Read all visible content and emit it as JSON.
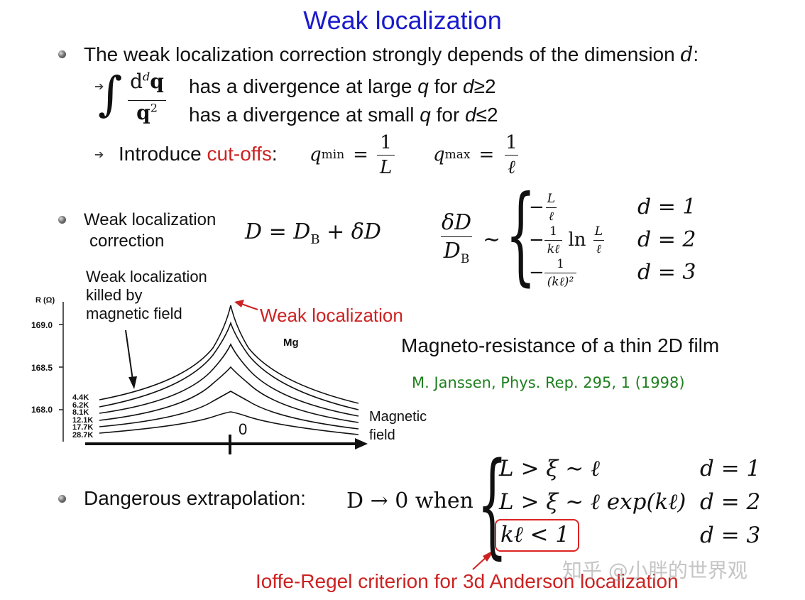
{
  "title": "Weak localization",
  "bullet1": {
    "text_a": "The weak localization correction strongly depends of the dimension ",
    "text_d": "d",
    "text_colon": ":",
    "integral_num": "d",
    "integral_num_sup": "d",
    "integral_num_q": "q",
    "integral_den": "q",
    "integral_den_sup": "2",
    "line1_a": "has a divergence at large ",
    "line1_q": "q",
    "line1_b": " for ",
    "line1_d": "d",
    "line1_c": "≥2",
    "line2_a": "has a divergence at small ",
    "line2_q": "q",
    "line2_b": " for ",
    "line2_d": "d",
    "line2_c": "≤2",
    "cutoff_a": "Introduce ",
    "cutoff_red": "cut-offs",
    "cutoff_b": ":",
    "qmin_lhs": "q",
    "qmin_sub": "min",
    "qmin_eq": "=",
    "qmin_num": "1",
    "qmin_den": "L",
    "qmax_lhs": "q",
    "qmax_sub": "max",
    "qmax_eq": "=",
    "qmax_num": "1",
    "qmax_den": "ℓ"
  },
  "bullet2": {
    "label_line1": "Weak localization",
    "label_line2": "correction",
    "eq": "D = D",
    "eq_sub": "B",
    "eq_tail": " + δD",
    "lhs_num": "δD",
    "lhs_den": "D",
    "lhs_den_sub": "B",
    "sim": "∼",
    "cases": [
      {
        "expr": "−",
        "frac_num": "L",
        "frac_den": "ℓ",
        "tail": "",
        "cond": "d = 1"
      },
      {
        "expr": "−",
        "frac_num": "1",
        "frac_den": "kℓ",
        "tail": " ln ",
        "tail_frac_num": "L",
        "tail_frac_den": "ℓ",
        "cond": "d = 2"
      },
      {
        "expr": "−",
        "frac_num": "1",
        "frac_den": "(kℓ)²",
        "tail": "",
        "cond": "d = 3"
      }
    ]
  },
  "figure": {
    "annotation_killed": [
      "Weak localization",
      "killed by",
      "magnetic field"
    ],
    "annotation_peak": "Weak localization",
    "sample": "Mg",
    "y_axis_label": "R (Ω)",
    "y_ticks": [
      "169.0",
      "168.5",
      "168.0"
    ],
    "temperatures": [
      "4.4K",
      "6.2K",
      "8.1K",
      "12.1K",
      "17.7K",
      "28.7K"
    ],
    "zero_label": "0",
    "x_axis_label": [
      "Magnetic",
      "field"
    ],
    "caption": "Magneto-resistance of a thin 2D film",
    "reference": "M. Janssen, Phys. Rep. 295, 1 (1998)"
  },
  "bullet3": {
    "text": "Dangerous extrapolation:",
    "lhs": "D → 0 when",
    "cases": [
      {
        "expr": "L > ξ ∼ ℓ",
        "cond": "d = 1"
      },
      {
        "expr": "L > ξ ∼ ℓ exp(kℓ)",
        "cond": "d = 2"
      },
      {
        "expr": "kℓ < 1",
        "cond": "d = 3"
      }
    ],
    "criterion": "Ioffe-Regel criterion for 3d Anderson localization"
  },
  "watermark": "知乎 @小胖的世界观",
  "colors": {
    "title": "#1a1acc",
    "red": "#cc2222",
    "green": "#1e7f1e"
  }
}
